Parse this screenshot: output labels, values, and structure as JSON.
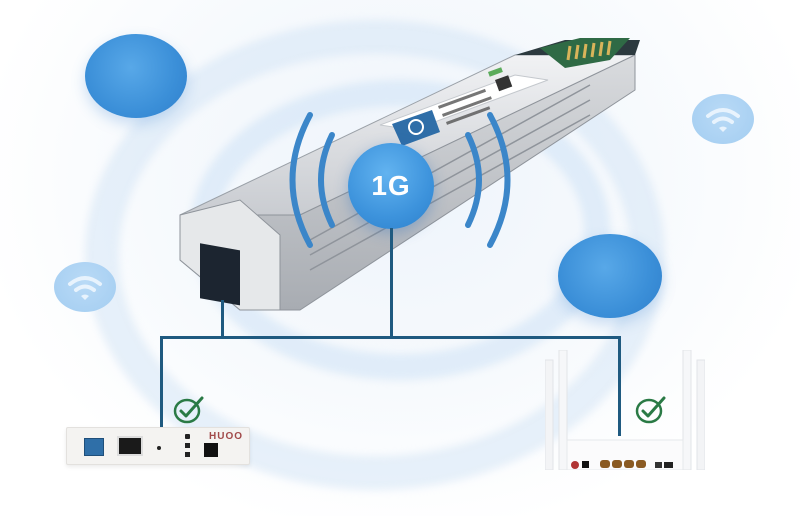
{
  "figure": {
    "title": "SFP transceiver 1G connection illustration",
    "speed_badge": "1G",
    "module": {
      "type": "SFP optical transceiver module",
      "label_text_legible": false,
      "brand_logo": "eye-logo"
    },
    "devices": [
      {
        "id": "onu",
        "type": "ONU / media converter",
        "brand": "HUOO",
        "status": "connected",
        "status_icon": "check-circle-icon"
      },
      {
        "id": "router",
        "type": "Wi-Fi router with 4 antennas",
        "status": "connected",
        "status_icon": "check-circle-icon"
      }
    ],
    "decor": {
      "wifi_badges": 2,
      "blue_orbs": 2
    },
    "colors": {
      "accent_blue": "#3b8fd8",
      "line_color": "#1f5a80",
      "check_green": "#2a7a45",
      "background": "#fbfcfe"
    }
  }
}
